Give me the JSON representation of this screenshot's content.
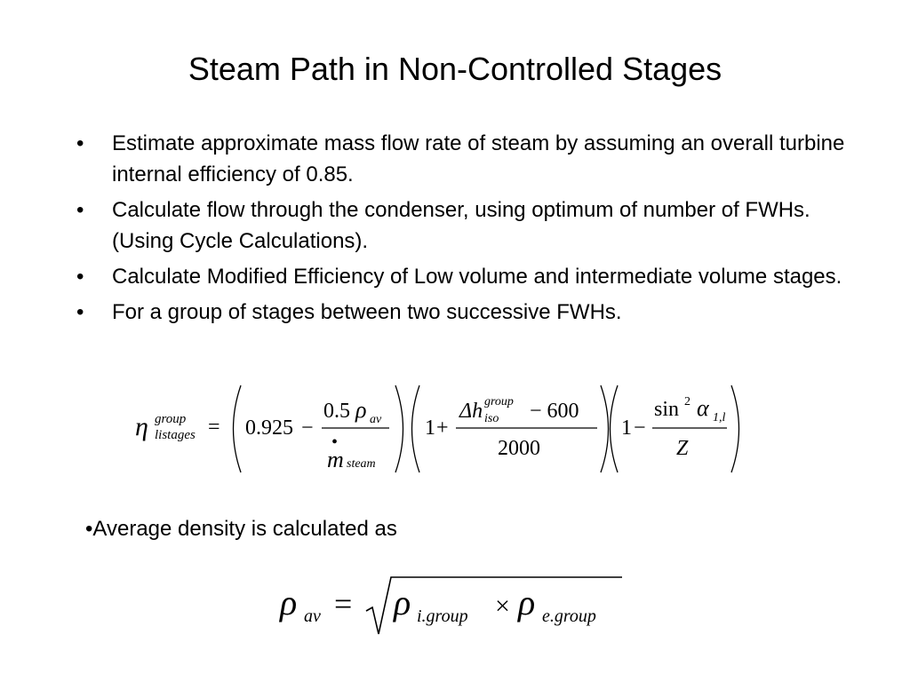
{
  "slide": {
    "title": "Steam Path in Non-Controlled Stages",
    "bullets": [
      {
        "marker": "•",
        "text": "Estimate approximate mass flow rate of steam by assuming an overall turbine internal efficiency of 0.85."
      },
      {
        "marker": "•",
        "text": "Calculate flow through the condenser, using optimum of number of FWHs. (Using Cycle Calculations)."
      },
      {
        "marker": "•",
        "text": "Calculate Modified Efficiency of Low volume and intermediate volume stages."
      },
      {
        "marker": "•",
        "text": "For a group of stages between two successive FWHs."
      }
    ],
    "avg_density_text": "•Average density is calculated as",
    "equation1": {
      "eta": "η",
      "eta_sup": "group",
      "eta_sub": "listages",
      "equals": "=",
      "c0925": "0.925",
      "minus1": "−",
      "num05": "0.5",
      "rho": "ρ",
      "rho_sub": "av",
      "dot": "•",
      "m": "m",
      "m_sub": "steam",
      "one1": "1",
      "plus": "+",
      "delta_h": "Δh",
      "dh_sup": "group",
      "dh_sub": "iso",
      "minus600": "− 600",
      "den2000": "2000",
      "one2": "1",
      "minus2": "−",
      "sin": "sin",
      "sin_sup": "2",
      "alpha": "α",
      "alpha_sub": "1,l",
      "Z": "Z"
    },
    "equation2": {
      "rho": "ρ",
      "rho_sub": "av",
      "equals": "=",
      "rho_i": "ρ",
      "i_sub": "i.group",
      "times": "×",
      "rho_e": "ρ",
      "e_sub": "e.group"
    }
  }
}
